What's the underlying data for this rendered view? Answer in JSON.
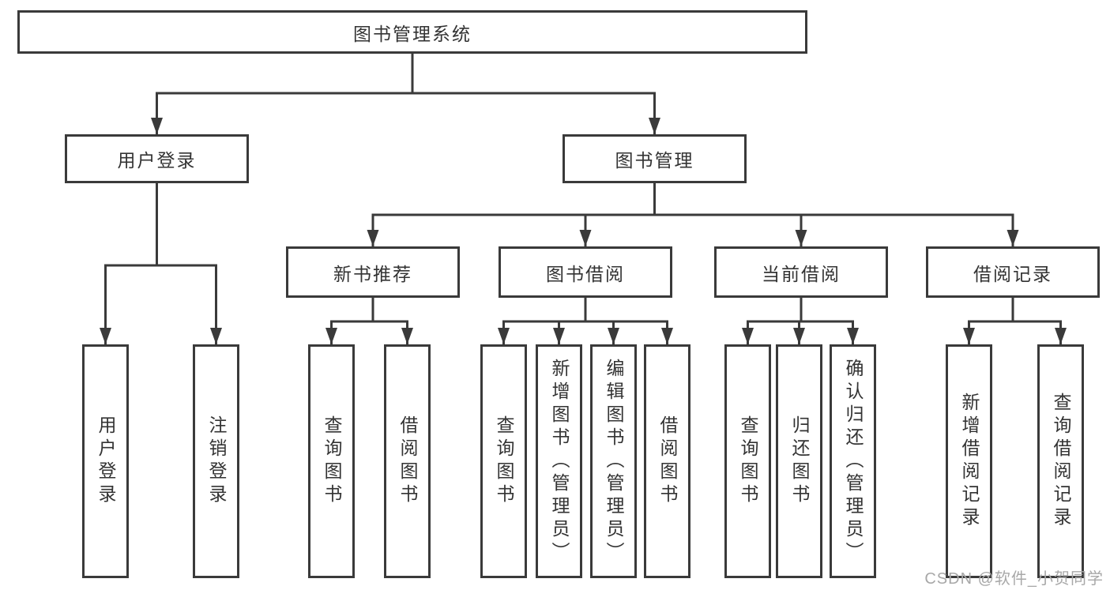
{
  "tree": {
    "root": {
      "label": "图书管理系统",
      "children": [
        {
          "label": "用户登录",
          "children": [
            {
              "label": "用户登录"
            },
            {
              "label": "注销登录"
            }
          ]
        },
        {
          "label": "图书管理",
          "children": [
            {
              "label": "新书推荐",
              "children": [
                {
                  "label": "查询图书"
                },
                {
                  "label": "借阅图书"
                }
              ]
            },
            {
              "label": "图书借阅",
              "children": [
                {
                  "label": "查询图书"
                },
                {
                  "label": "新增图书（管理员）"
                },
                {
                  "label": "编辑图书（管理员）"
                },
                {
                  "label": "借阅图书"
                }
              ]
            },
            {
              "label": "当前借阅",
              "children": [
                {
                  "label": "查询图书"
                },
                {
                  "label": "归还图书"
                },
                {
                  "label": "确认归还（管理员）"
                }
              ]
            },
            {
              "label": "借阅记录",
              "children": [
                {
                  "label": "新增借阅记录"
                },
                {
                  "label": "查询借阅记录"
                }
              ]
            }
          ]
        }
      ]
    }
  },
  "watermark": "CSDN @软件_小贺同学",
  "colors": {
    "background": "#ffffff",
    "line": "#3a3a3a",
    "box_border": "#3a3a3a",
    "text": "#333333",
    "watermark": "#a8a8a8"
  }
}
